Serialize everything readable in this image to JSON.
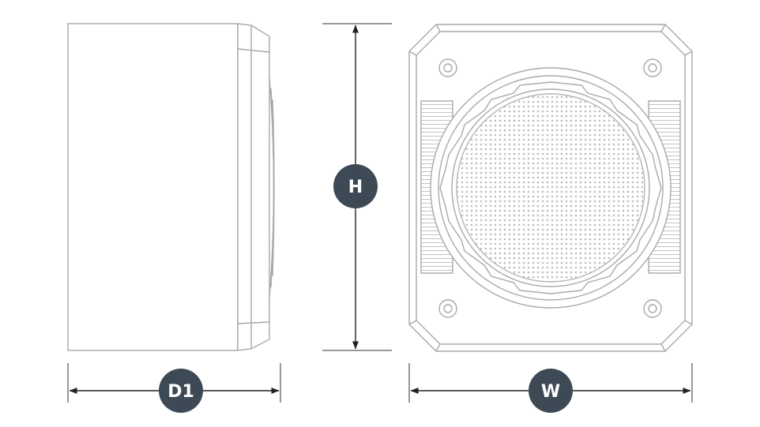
{
  "dimensions": {
    "height_label": "H",
    "depth_label": "D1",
    "width_label": "W"
  },
  "colors": {
    "outline": "#a9a9a9",
    "dimension_line": "#222222",
    "badge_fill": "#3d4a56",
    "badge_text": "#ffffff"
  },
  "icons": {
    "side_view": "speaker-side-view-icon",
    "front_view": "speaker-front-view-icon"
  }
}
